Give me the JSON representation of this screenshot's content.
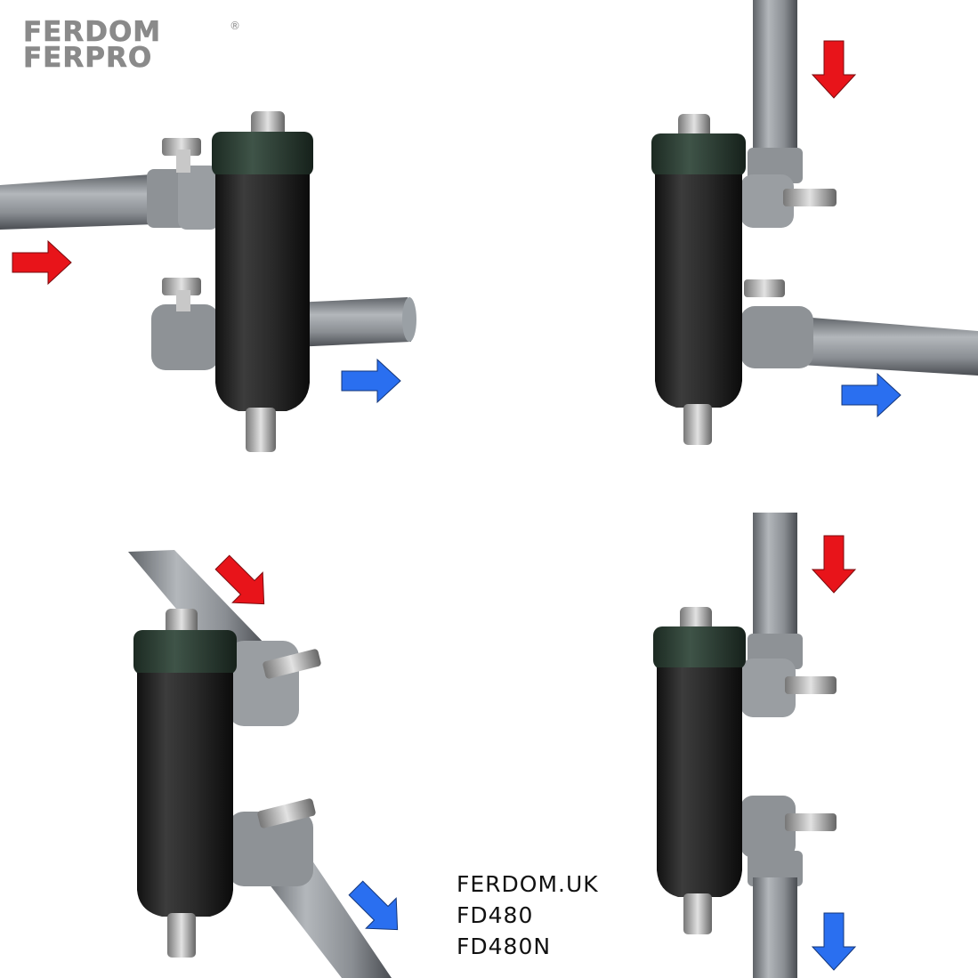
{
  "brand": {
    "line1": "FERDOM",
    "line2": "FERPRO",
    "registered_mark": "®"
  },
  "labels": {
    "website": "FERDOM.UK",
    "model1": "FD480",
    "model2": "FD480N"
  },
  "panels": [
    {
      "orientation": "horizontal inlet, horizontal outlet",
      "inlet_arrow": "right",
      "outlet_arrow": "right"
    },
    {
      "orientation": "vertical inlet from top, horizontal outlet",
      "inlet_arrow": "down",
      "outlet_arrow": "right"
    },
    {
      "orientation": "angled inlet, angled outlet",
      "inlet_arrow": "down-right",
      "outlet_arrow": "down-right"
    },
    {
      "orientation": "vertical inlet from top, vertical outlet to bottom",
      "inlet_arrow": "down",
      "outlet_arrow": "down"
    }
  ],
  "colors": {
    "inlet_arrow": "#e8141a",
    "outlet_arrow": "#2a6ff0",
    "pipe": "#8f9499",
    "filter_body": "#2b2b2b",
    "brand_gray": "#8a8a8a"
  }
}
